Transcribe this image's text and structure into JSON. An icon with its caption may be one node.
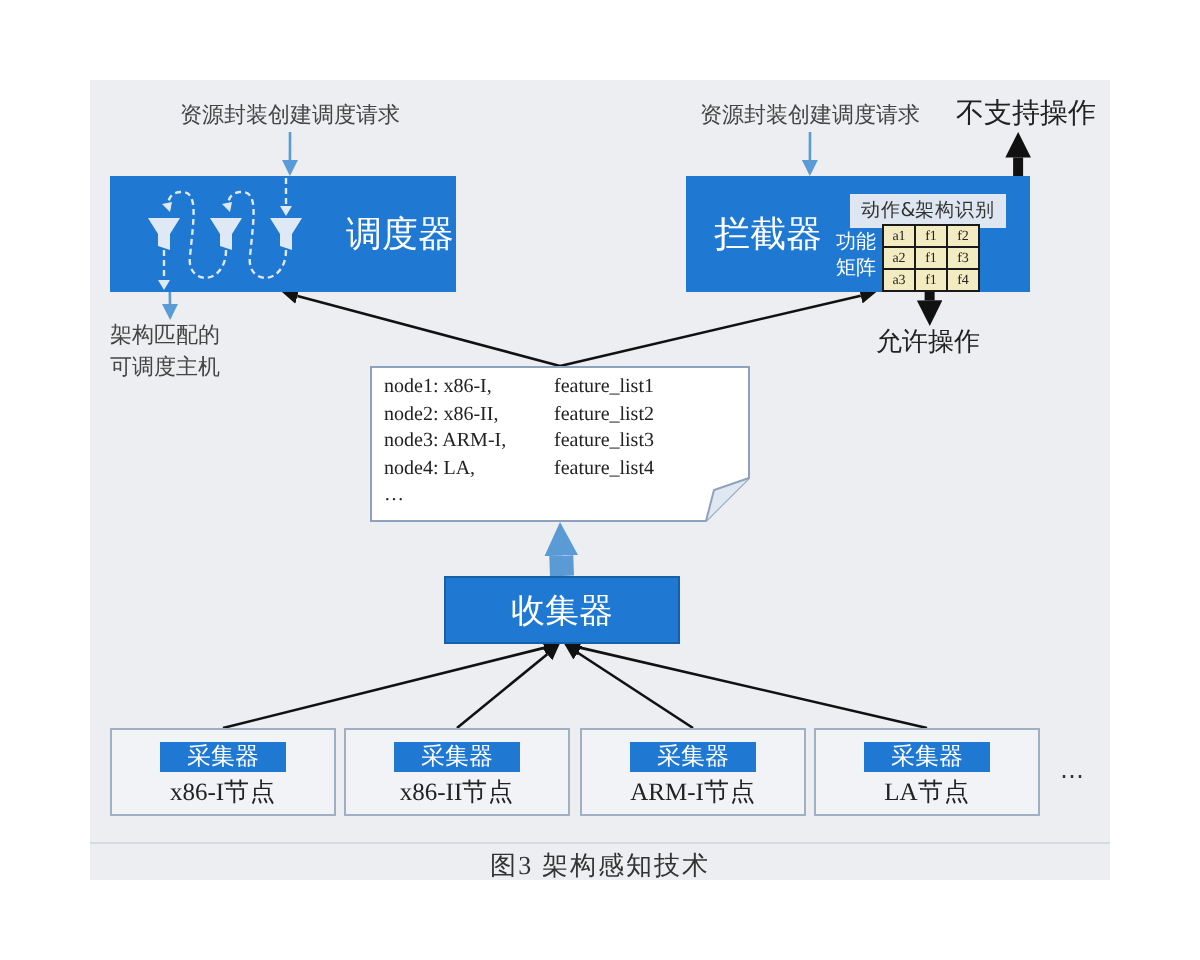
{
  "diagram": {
    "caption": "图3 架构感知技术",
    "nodes": [
      {
        "text": [
          "调度器"
        ]
      },
      {
        "text": [
          "资源封装创建调度请求"
        ]
      },
      {
        "text": [
          "架构匹配的可调度主机"
        ]
      },
      {
        "text": [
          "拦截器"
        ]
      },
      {
        "text": [
          "动作&架构识别"
        ],
        "in": 3
      },
      {
        "text": [
          "功能矩阵",
          "a1",
          "f1",
          "f2",
          "a2",
          "f1",
          "f3",
          "a3",
          "f1",
          "f4"
        ],
        "in": 3
      },
      {
        "text": [
          "资源封装创建调度请求"
        ]
      },
      {
        "text": [
          "不支持操作"
        ]
      },
      {
        "text": [
          "允许操作"
        ]
      },
      {
        "text": [
          "node1: x86-I,",
          "feature_list1",
          "node2: x86-II,",
          "feature_list2",
          "node3: ARM-I,",
          "feature_list3",
          "node4: LA,",
          "feature_list4",
          "…"
        ]
      },
      {
        "text": [
          "收集器"
        ]
      },
      {
        "text": [
          "采集器",
          "x86-I节点"
        ]
      },
      {
        "text": [
          "采集器",
          "x86-II节点"
        ]
      },
      {
        "text": [
          "采集器",
          "ARM-I节点"
        ]
      },
      {
        "text": [
          "采集器",
          "LA节点"
        ]
      }
    ],
    "edges": [
      {
        "from": 1,
        "to": 0,
        "arrow": "to",
        "color": "#5b9bd5"
      },
      {
        "from": 0,
        "to": 2,
        "arrow": "to",
        "color": "#5b9bd5"
      },
      {
        "from": 6,
        "to": 3,
        "arrow": "to",
        "color": "#5b9bd5"
      },
      {
        "from": 9,
        "to": 0,
        "arrow": "to"
      },
      {
        "from": 9,
        "to": 5,
        "arrow": "to"
      },
      {
        "from": 5,
        "to": 7,
        "arrow": "to",
        "style": "thick"
      },
      {
        "from": 5,
        "to": 8,
        "arrow": "to",
        "style": "thick"
      },
      {
        "from": 10,
        "to": 9,
        "arrow": "to",
        "style": "thick",
        "color": "#5b9bd5"
      },
      {
        "from": 11,
        "to": 10,
        "arrow": "to"
      },
      {
        "from": 12,
        "to": 10,
        "arrow": "to"
      },
      {
        "from": 13,
        "to": 10,
        "arrow": "to"
      },
      {
        "from": 14,
        "to": 10,
        "arrow": "to"
      }
    ],
    "labels": [
      "…"
    ]
  }
}
